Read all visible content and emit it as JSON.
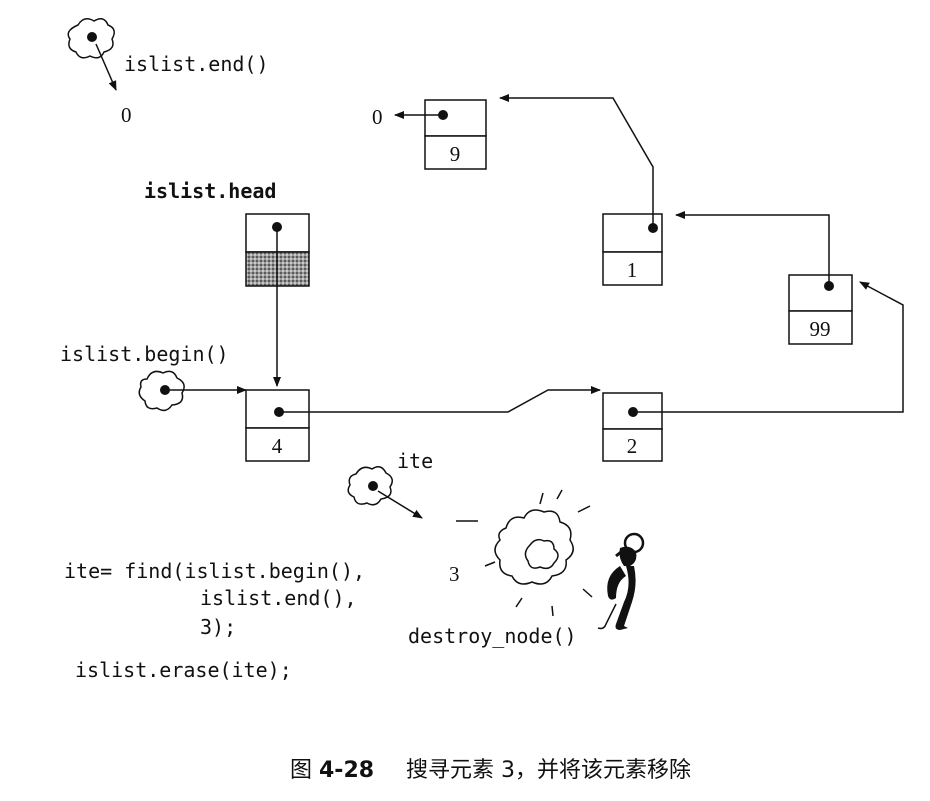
{
  "labels": {
    "end_iter": "islist.end()",
    "end_value": "0",
    "tail_null": "0",
    "head": "islist.head",
    "begin_iter": "islist.begin()",
    "ite": "ite",
    "removed_value": "3",
    "destroy": "destroy_node()"
  },
  "nodes": {
    "n9": "9",
    "n1": "1",
    "n99": "99",
    "n4": "4",
    "n2": "2"
  },
  "code": {
    "line1": "ite= find(islist.begin(),",
    "line2": "islist.end(),",
    "line3": "3);",
    "line4": "islist.erase(ite);"
  },
  "caption": {
    "prefix": "图",
    "number": "4-28",
    "text": "搜寻元素 3，并将该元素移除"
  },
  "colors": {
    "ink": "#111111",
    "head_fill": "#8a8a8a"
  }
}
